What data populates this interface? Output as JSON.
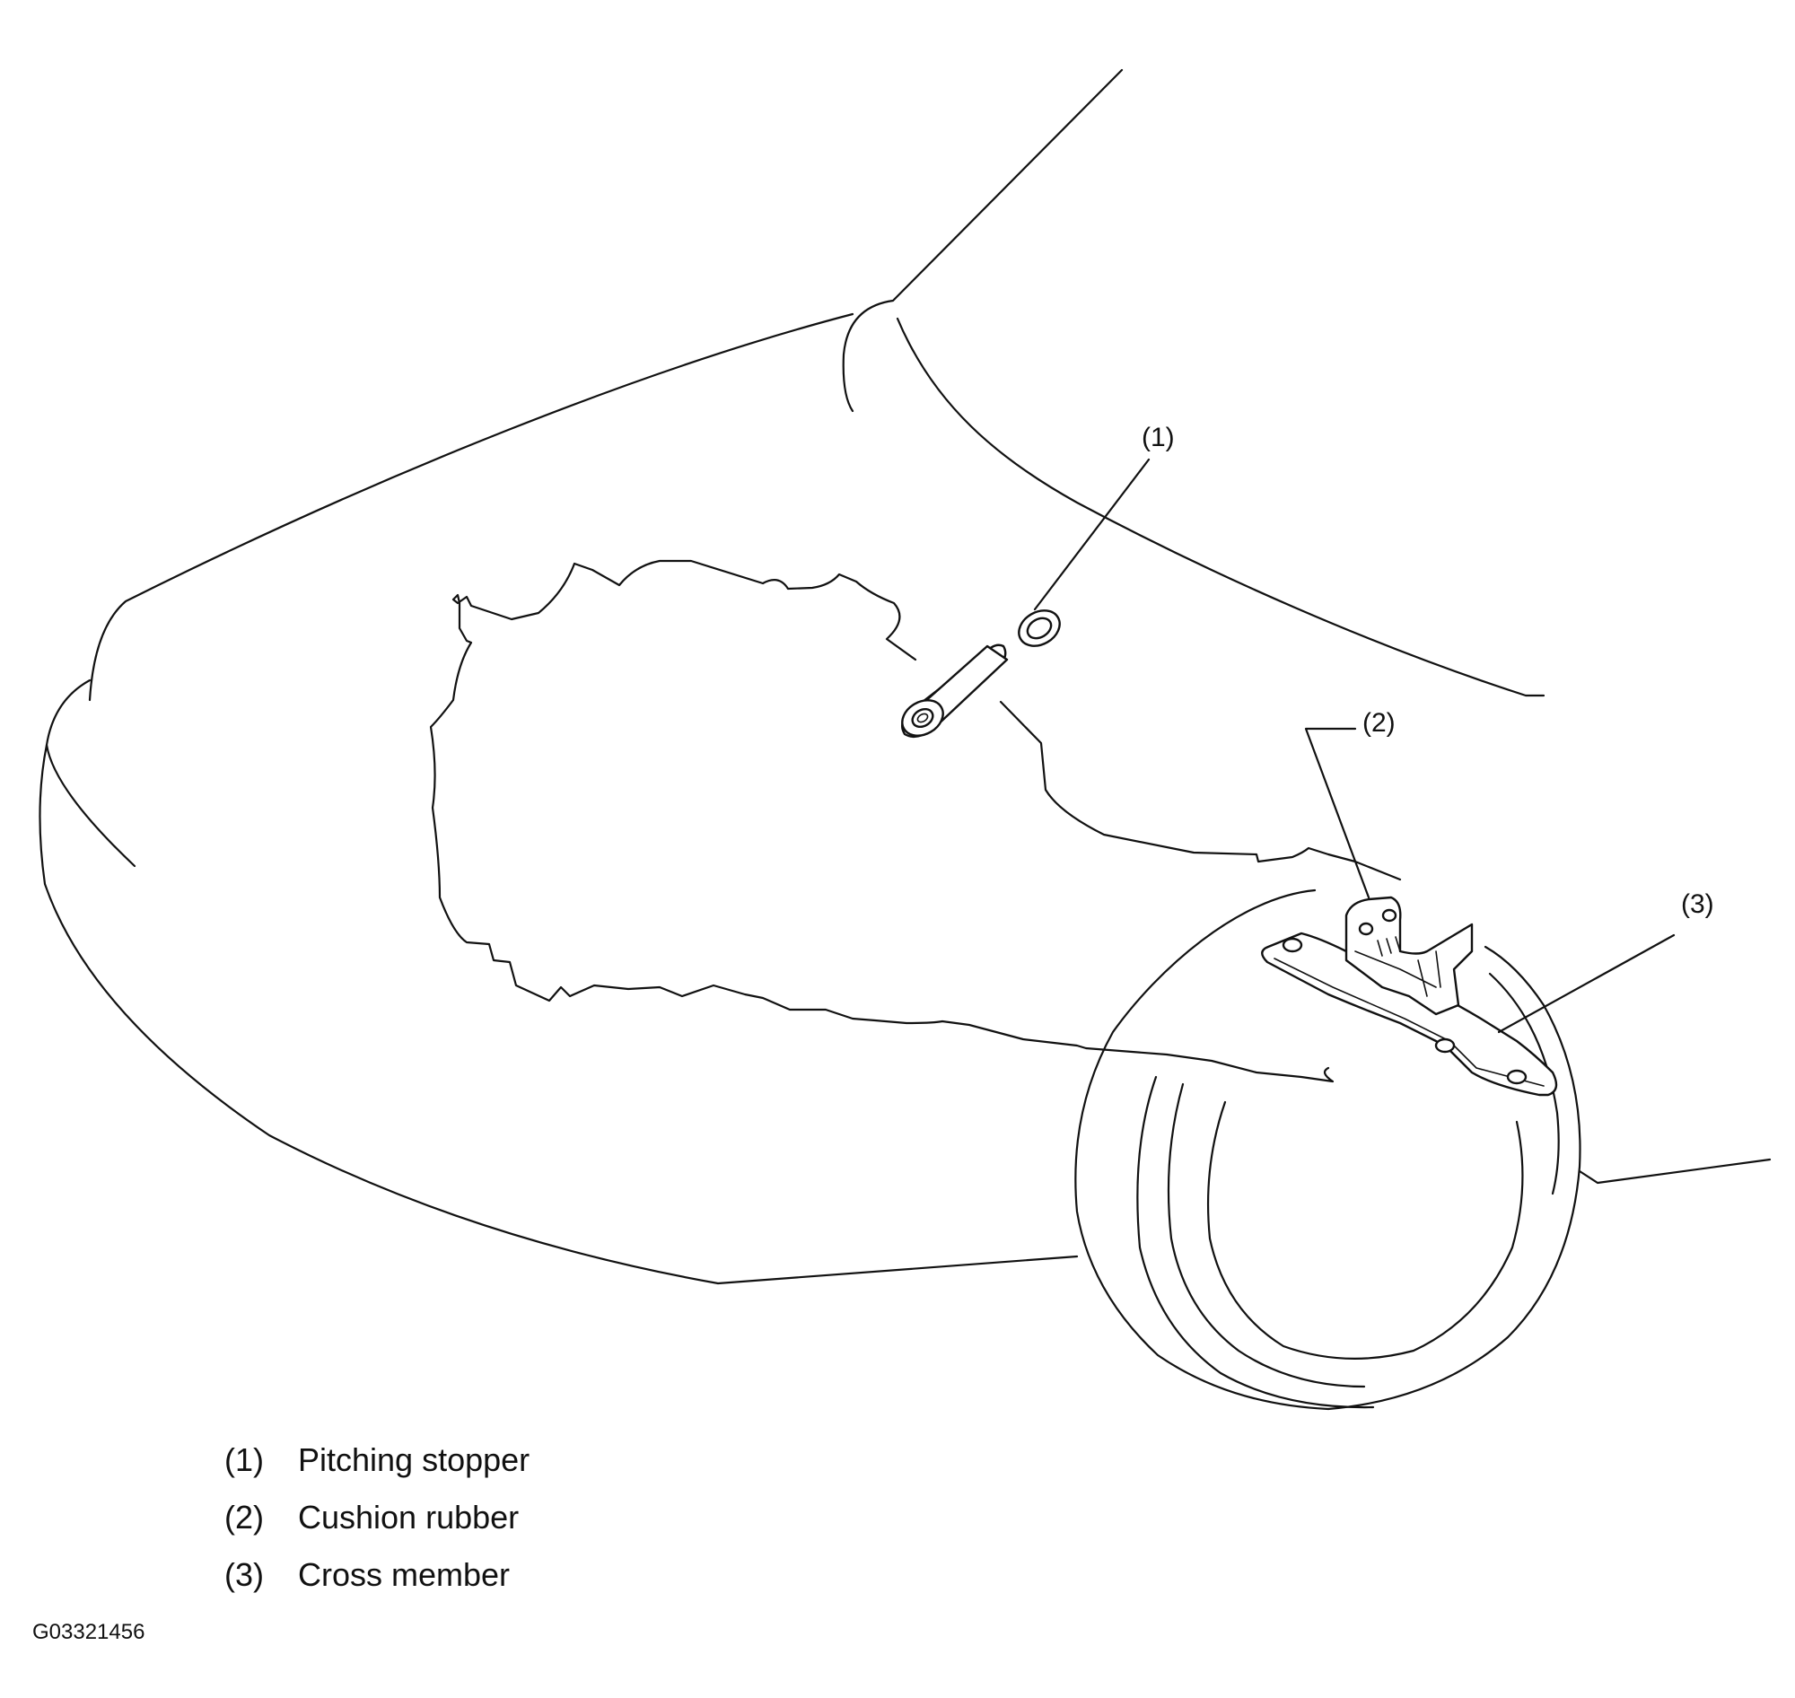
{
  "callouts": [
    {
      "number": "(1)",
      "label": "Pitching stopper"
    },
    {
      "number": "(2)",
      "label": "Cushion rubber"
    },
    {
      "number": "(3)",
      "label": "Cross member"
    }
  ],
  "figure_id": "G03321456"
}
